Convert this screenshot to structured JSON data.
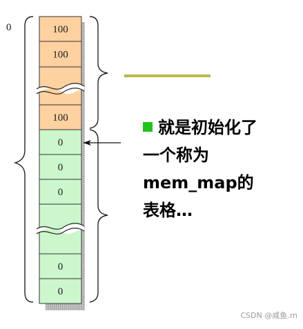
{
  "top_label": "0",
  "high_block": {
    "cells": [
      {
        "label": "100"
      },
      {
        "label": "100"
      },
      {
        "label": ""
      },
      {
        "label": "100"
      }
    ]
  },
  "low_block": {
    "cells": [
      {
        "label": "0"
      },
      {
        "label": "0"
      },
      {
        "label": "0"
      },
      {
        "label": ""
      },
      {
        "label": "0"
      },
      {
        "label": "0"
      }
    ]
  },
  "callout": {
    "lines": [
      "就是初始化了",
      "一个称为",
      "mem_map的",
      "表格…"
    ]
  },
  "watermark": "CSDN @咸鱼.rn",
  "colors": {
    "high_fill": "#fdd1a0",
    "low_fill": "#ccf6cc",
    "cell_stroke": "#333333",
    "shadow": "#9a9a9a",
    "divider": "#b8b84a",
    "bullet": "#22c21f"
  }
}
